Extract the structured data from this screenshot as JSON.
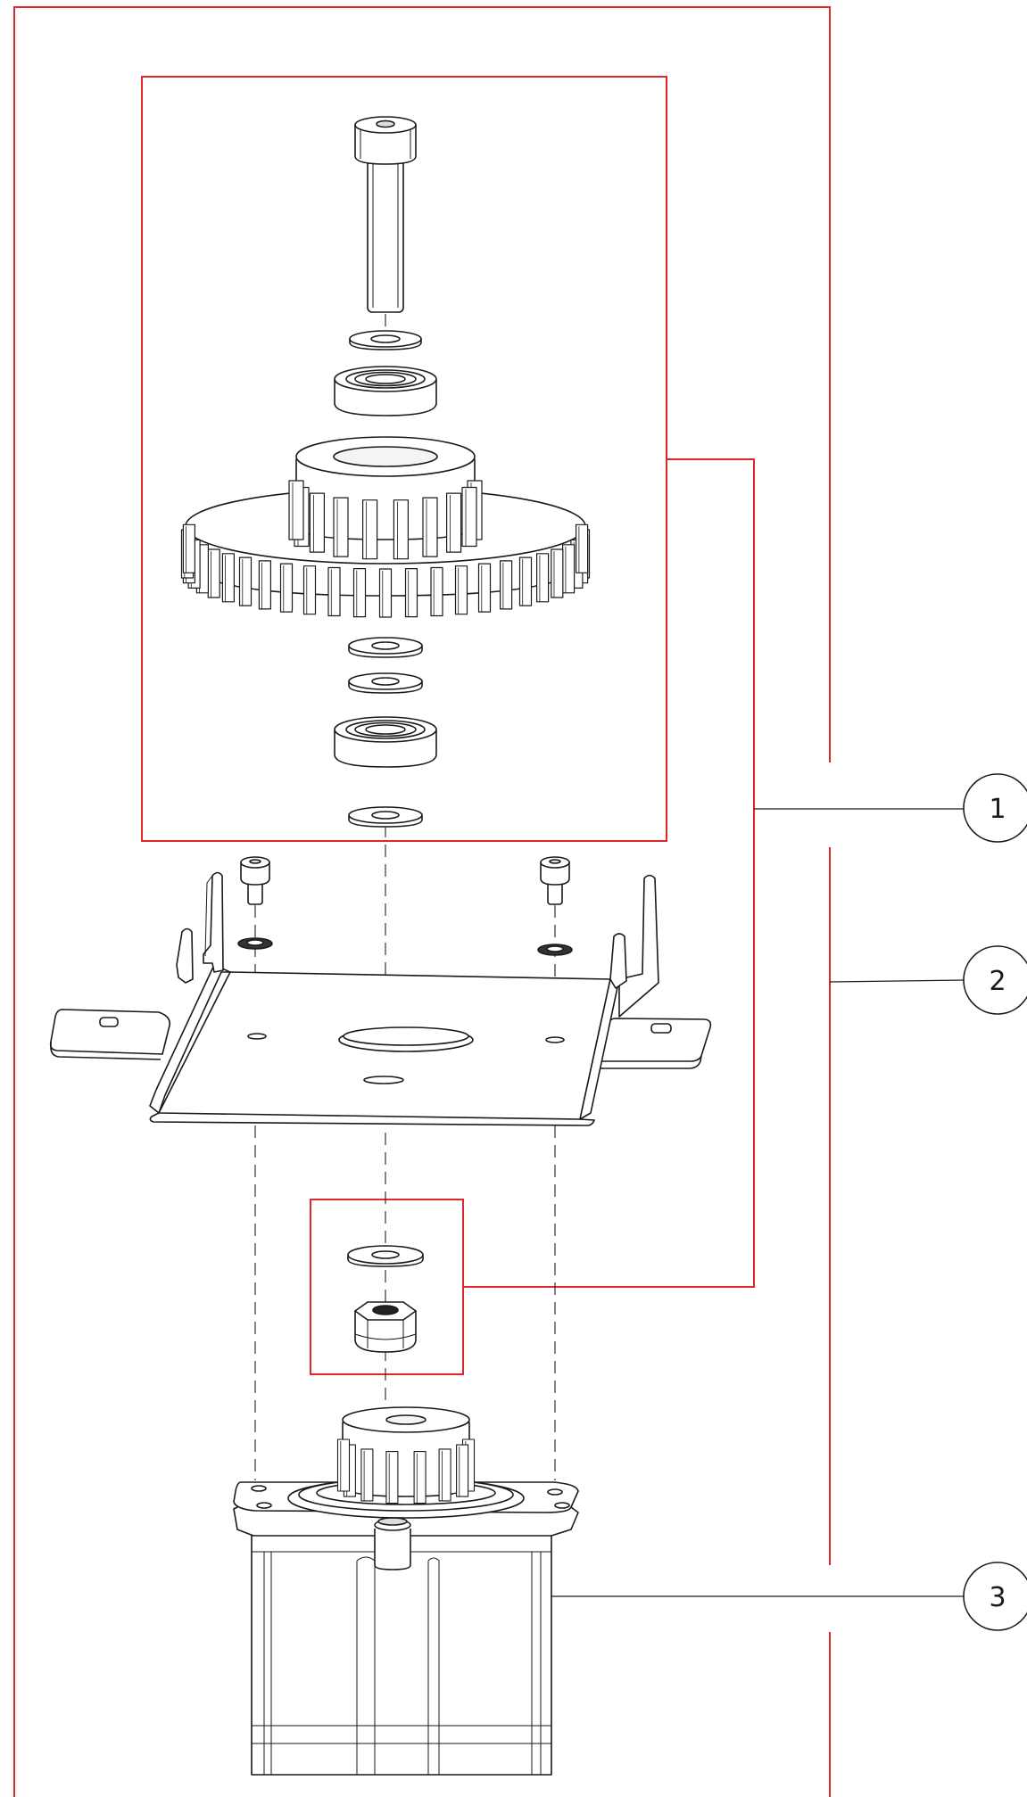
{
  "colors": {
    "frame": "#e0262b",
    "line": "#1a1a1a",
    "paper": "#ffffff"
  },
  "callouts": [
    {
      "label": "1"
    },
    {
      "label": "2"
    },
    {
      "label": "3"
    }
  ]
}
